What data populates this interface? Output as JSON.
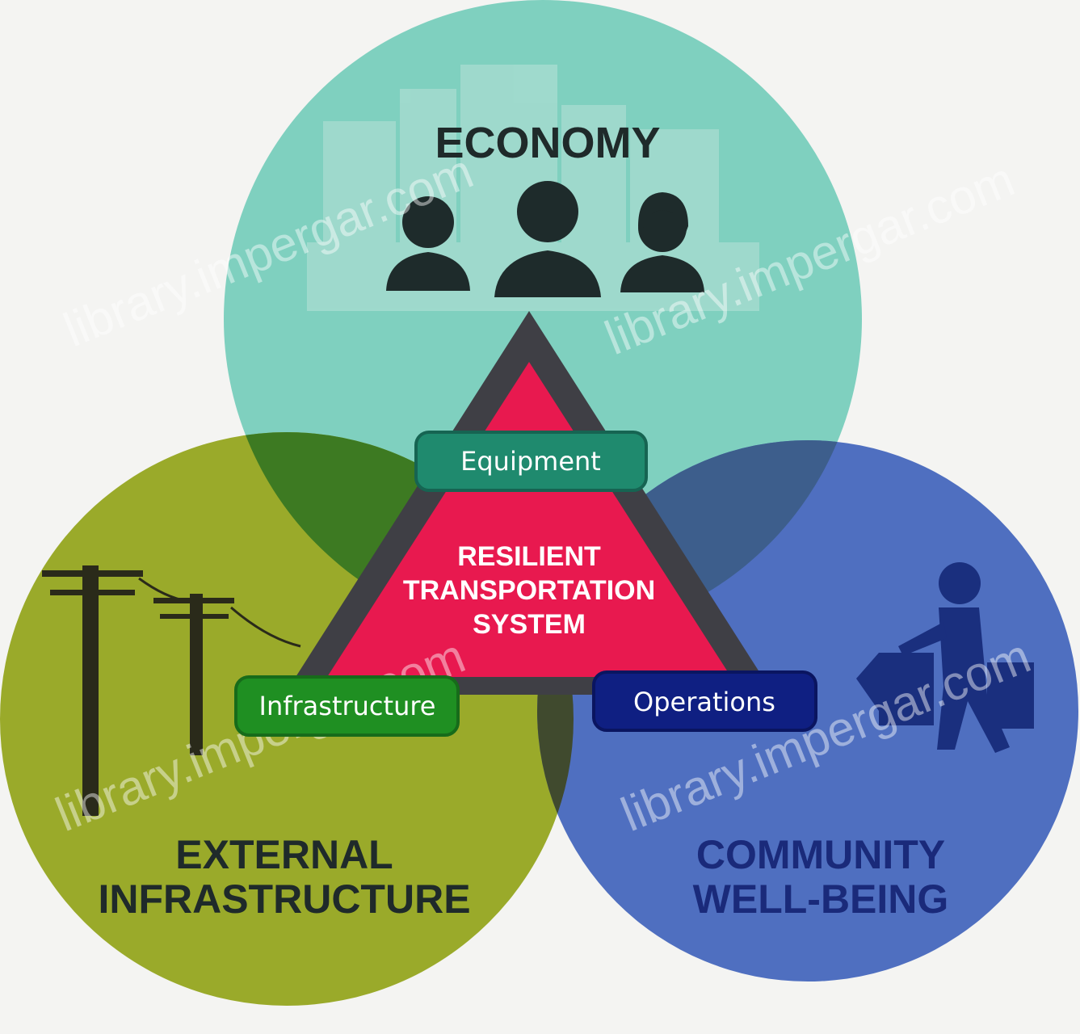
{
  "colors": {
    "background": "#f4f4f2",
    "economy_circle": "#7fd0bf",
    "infrastructure_circle": "#9aaa2a",
    "community_circle": "#4f6fc0",
    "triangle_border": "#3f3f45",
    "triangle_core": "#e8194f",
    "equipment_pill": "#1f8a6e",
    "infrastructure_pill": "#1f8f22",
    "operations_pill": "#0f1f82"
  },
  "circles": {
    "economy": {
      "label": "ECONOMY"
    },
    "infrastructure": {
      "label_line1": "EXTERNAL",
      "label_line2": "INFRASTRUCTURE"
    },
    "community": {
      "label_line1": "COMMUNITY",
      "label_line2": "WELL-BEING"
    }
  },
  "core": {
    "line1": "RESILIENT",
    "line2": "TRANSPORTATION",
    "line3": "SYSTEM"
  },
  "pills": {
    "equipment": "Equipment",
    "infrastructure": "Infrastructure",
    "operations": "Operations"
  },
  "icons": {
    "economy": "business-people-icon",
    "infrastructure": "power-pole-icon",
    "community": "shopper-icon"
  },
  "watermark": "library.impergar.com"
}
